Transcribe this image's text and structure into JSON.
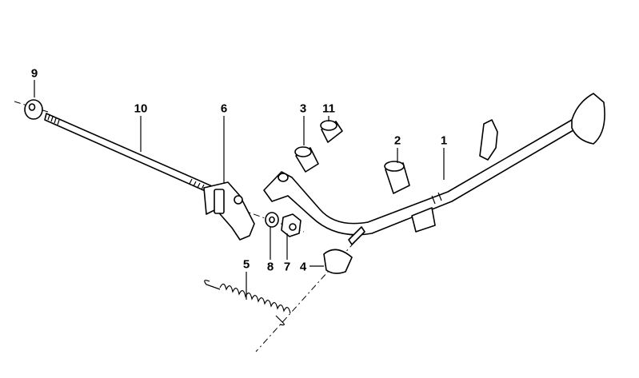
{
  "diagram": {
    "title": "Side stand exploded parts diagram",
    "callouts": [
      {
        "id": "1",
        "label": "1"
      },
      {
        "id": "2",
        "label": "2"
      },
      {
        "id": "3",
        "label": "3"
      },
      {
        "id": "4",
        "label": "4"
      },
      {
        "id": "5",
        "label": "5"
      },
      {
        "id": "6",
        "label": "6"
      },
      {
        "id": "7",
        "label": "7"
      },
      {
        "id": "8",
        "label": "8"
      },
      {
        "id": "9",
        "label": "9"
      },
      {
        "id": "10",
        "label": "10"
      },
      {
        "id": "11",
        "label": "11"
      }
    ]
  }
}
